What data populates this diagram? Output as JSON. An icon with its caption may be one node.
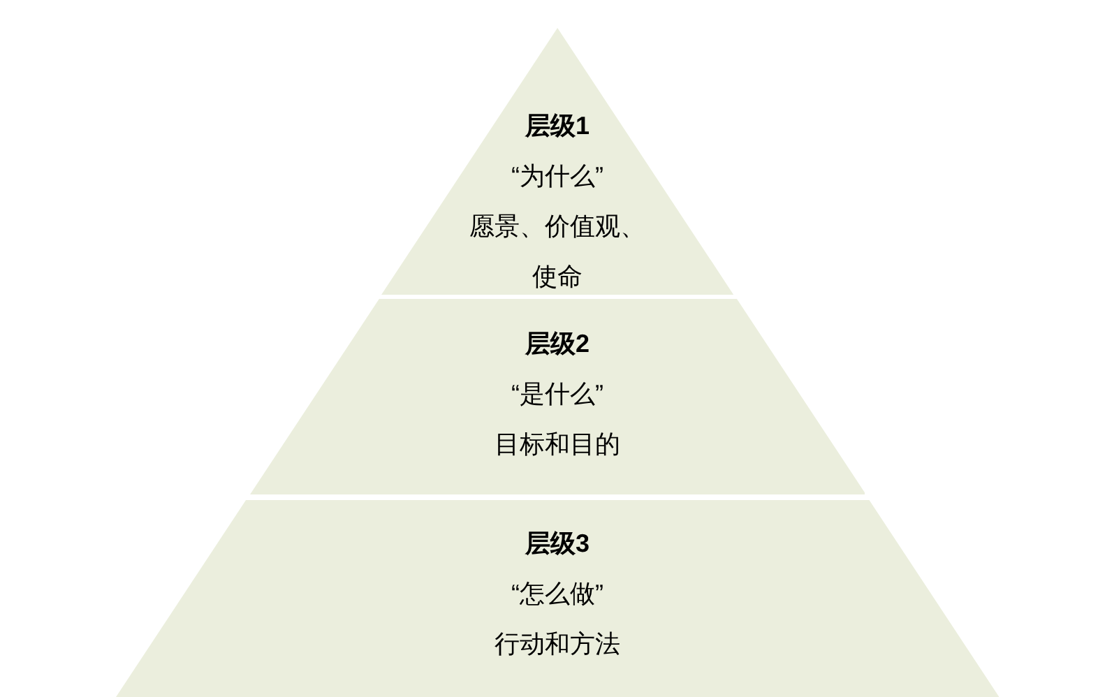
{
  "diagram": {
    "nodes": [
      {
        "text": [
          "层级1",
          "“为什么”",
          "愿景、价值观、使命"
        ]
      },
      {
        "text": [
          "层级2",
          "“是什么”",
          "目标和目的"
        ]
      },
      {
        "text": [
          "层级3",
          "“怎么做”",
          "行动和方法"
        ]
      }
    ]
  }
}
